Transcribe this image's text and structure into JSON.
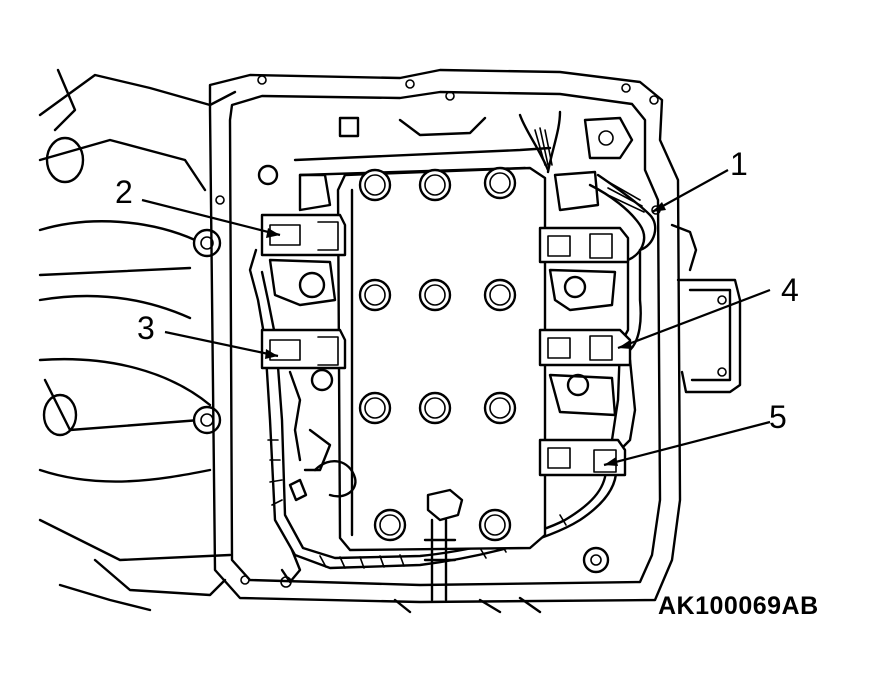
{
  "figure": {
    "code": "AK100069AB",
    "callouts": [
      {
        "id": "1",
        "label": "1"
      },
      {
        "id": "2",
        "label": "2"
      },
      {
        "id": "3",
        "label": "3"
      },
      {
        "id": "4",
        "label": "4"
      },
      {
        "id": "5",
        "label": "5"
      }
    ]
  }
}
